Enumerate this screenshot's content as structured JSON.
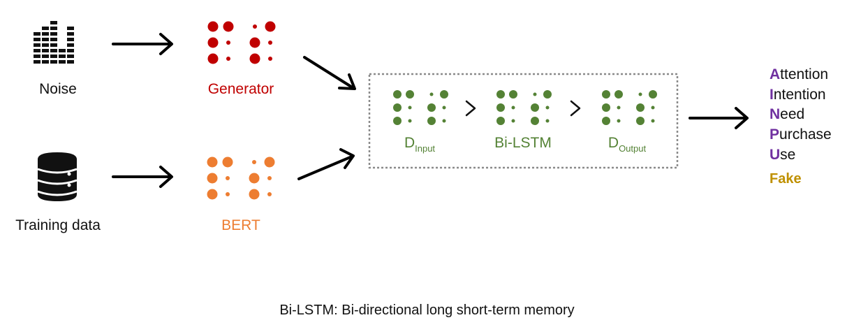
{
  "colors": {
    "generator": "#c00000",
    "bert": "#ed7d31",
    "discriminator": "#548235",
    "initials": "#7030a0",
    "fake": "#bf9000",
    "text": "#111111"
  },
  "inputs": {
    "noise_label": "Noise",
    "noise_icon": "equalizer-icon",
    "training_label": "Training data",
    "training_icon": "database-icon"
  },
  "models": {
    "generator_label": "Generator",
    "bert_label": "BERT"
  },
  "discriminator": {
    "input": {
      "main": "D",
      "sub": "Input"
    },
    "middle": "Bi-LSTM",
    "output": {
      "main": "D",
      "sub": "Output"
    }
  },
  "outputs": {
    "aida": [
      {
        "initial": "A",
        "rest": "ttention"
      },
      {
        "initial": "I",
        "rest": "ntention"
      },
      {
        "initial": "N",
        "rest": "eed"
      },
      {
        "initial": "P",
        "rest": "urchase"
      },
      {
        "initial": "U",
        "rest": "se"
      }
    ],
    "fake": "Fake"
  },
  "footnote": "Bi-LSTM: Bi-directional long short-term memory"
}
